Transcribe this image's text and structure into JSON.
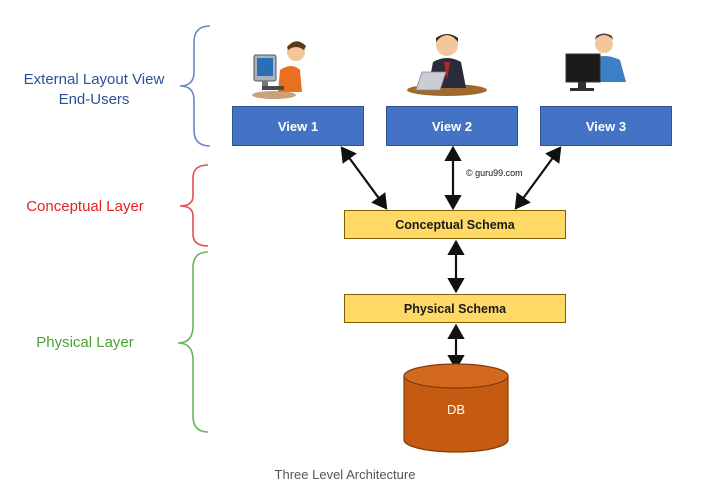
{
  "layers": {
    "external": "External Layout View\nEnd-Users",
    "external_line1": "External Layout View",
    "external_line2": "End-Users",
    "conceptual": "Conceptual Layer",
    "physical": "Physical Layer"
  },
  "views": [
    "View 1",
    "View 2",
    "View 3"
  ],
  "schemas": {
    "conceptual": "Conceptual Schema",
    "physical": "Physical Schema"
  },
  "database": "DB",
  "watermark": "© guru99.com",
  "caption": "Three Level Architecture",
  "colors": {
    "external_label": "#2f4f9a",
    "conceptual_label": "#e52222",
    "physical_label": "#4aa232",
    "view_fill": "#4472c4",
    "schema_fill": "#ffd966",
    "db_fill": "#c55a11"
  },
  "icons": [
    "user-at-desktop-icon",
    "user-at-laptop-icon",
    "user-at-monitor-icon"
  ]
}
